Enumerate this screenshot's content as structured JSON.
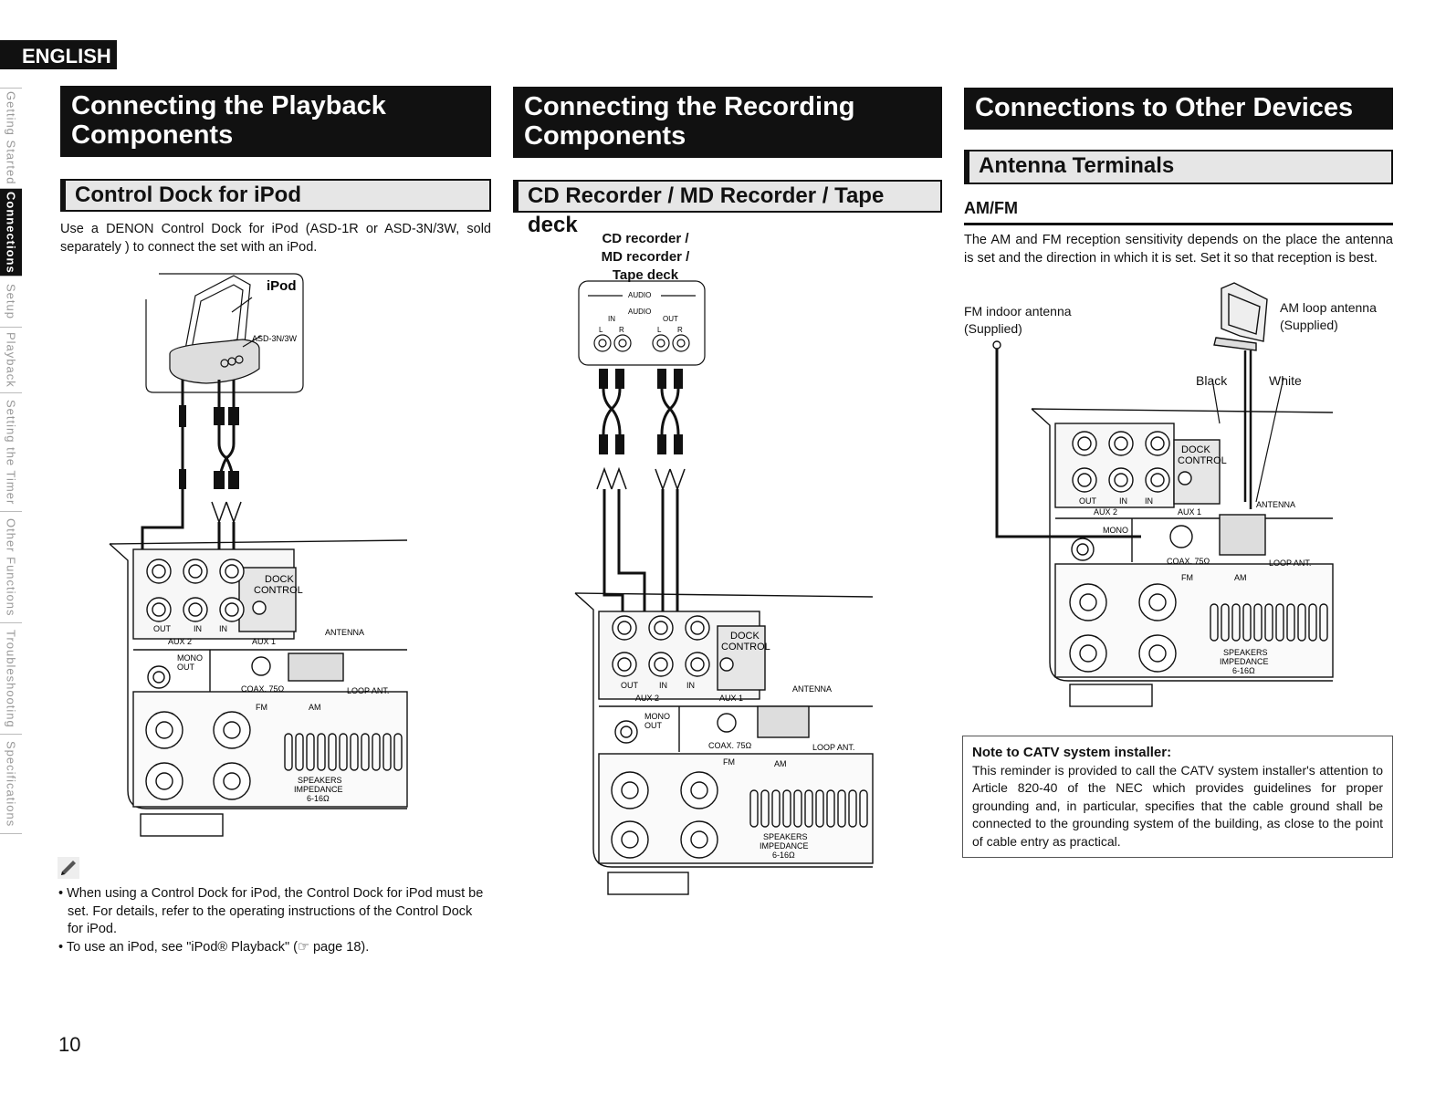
{
  "lang_tab": "ENGLISH",
  "side_nav": [
    {
      "label": "Getting Started",
      "active": false
    },
    {
      "label": "Connections",
      "active": true
    },
    {
      "label": "Setup",
      "active": false
    },
    {
      "label": "Playback",
      "active": false
    },
    {
      "label": "Setting the Timer",
      "active": false
    },
    {
      "label": "Other Functions",
      "active": false
    },
    {
      "label": "Troubleshooting",
      "active": false
    },
    {
      "label": "Specifications",
      "active": false
    }
  ],
  "col1": {
    "title": "Connecting the Playback Components",
    "subtitle": "Control Dock for iPod",
    "text": "Use a DENON Control Dock for iPod (ASD-1R or ASD-3N/3W, sold separately ) to connect the set with an iPod.",
    "diagram": {
      "ipod": "iPod",
      "model": "ASD-3N/3W"
    },
    "bullets": [
      "When using a Control Dock for iPod, the Control Dock for iPod must be set. For details, refer to the operating instructions of the Control Dock for iPod.",
      "To use an iPod, see \"iPod® Playback\" (☞ page 18)."
    ]
  },
  "col2": {
    "title": "Connecting the Recording Components",
    "subtitle": "CD Recorder / MD Recorder / Tape deck",
    "device_label_1": "CD recorder /",
    "device_label_2": "MD recorder /",
    "device_label_3": "Tape deck",
    "audio": "AUDIO",
    "in": "IN",
    "out": "OUT",
    "l": "L",
    "r": "R"
  },
  "col3": {
    "title": "Connections to Other Devices",
    "subtitle": "Antenna Terminals",
    "minor": "AM/FM",
    "text": "The AM and FM reception sensitivity depends on the place the antenna is set and the direction in which it is set. Set it so that reception is best.",
    "fm_label_1": "FM indoor antenna",
    "fm_label_2": "(Supplied)",
    "am_label_1": "AM loop antenna",
    "am_label_2": "(Supplied)",
    "black": "Black",
    "white": "White",
    "note_title": "Note to CATV system installer:",
    "note_text": "This reminder is provided to call the CATV system installer's attention to Article 820-40 of the NEC which provides guidelines for proper grounding and, in particular, specifies that the cable ground shall be connected to the grounding system of the building, as close to the point of cable entry as practical."
  },
  "panel": {
    "dock": "DOCK",
    "control": "CONTROL",
    "out": "OUT",
    "in": "IN",
    "aux2": "AUX 2",
    "aux1": "AUX 1",
    "antenna": "ANTENNA",
    "mono": "MONO",
    "mono_out": "OUT",
    "coax": "COAX. 75Ω",
    "loop_ant": "LOOP ANT.",
    "fm": "FM",
    "am": "AM",
    "speakers": "SPEAKERS",
    "impedance": "IMPEDANCE",
    "ohms": "6-16Ω"
  },
  "page_number": "10"
}
